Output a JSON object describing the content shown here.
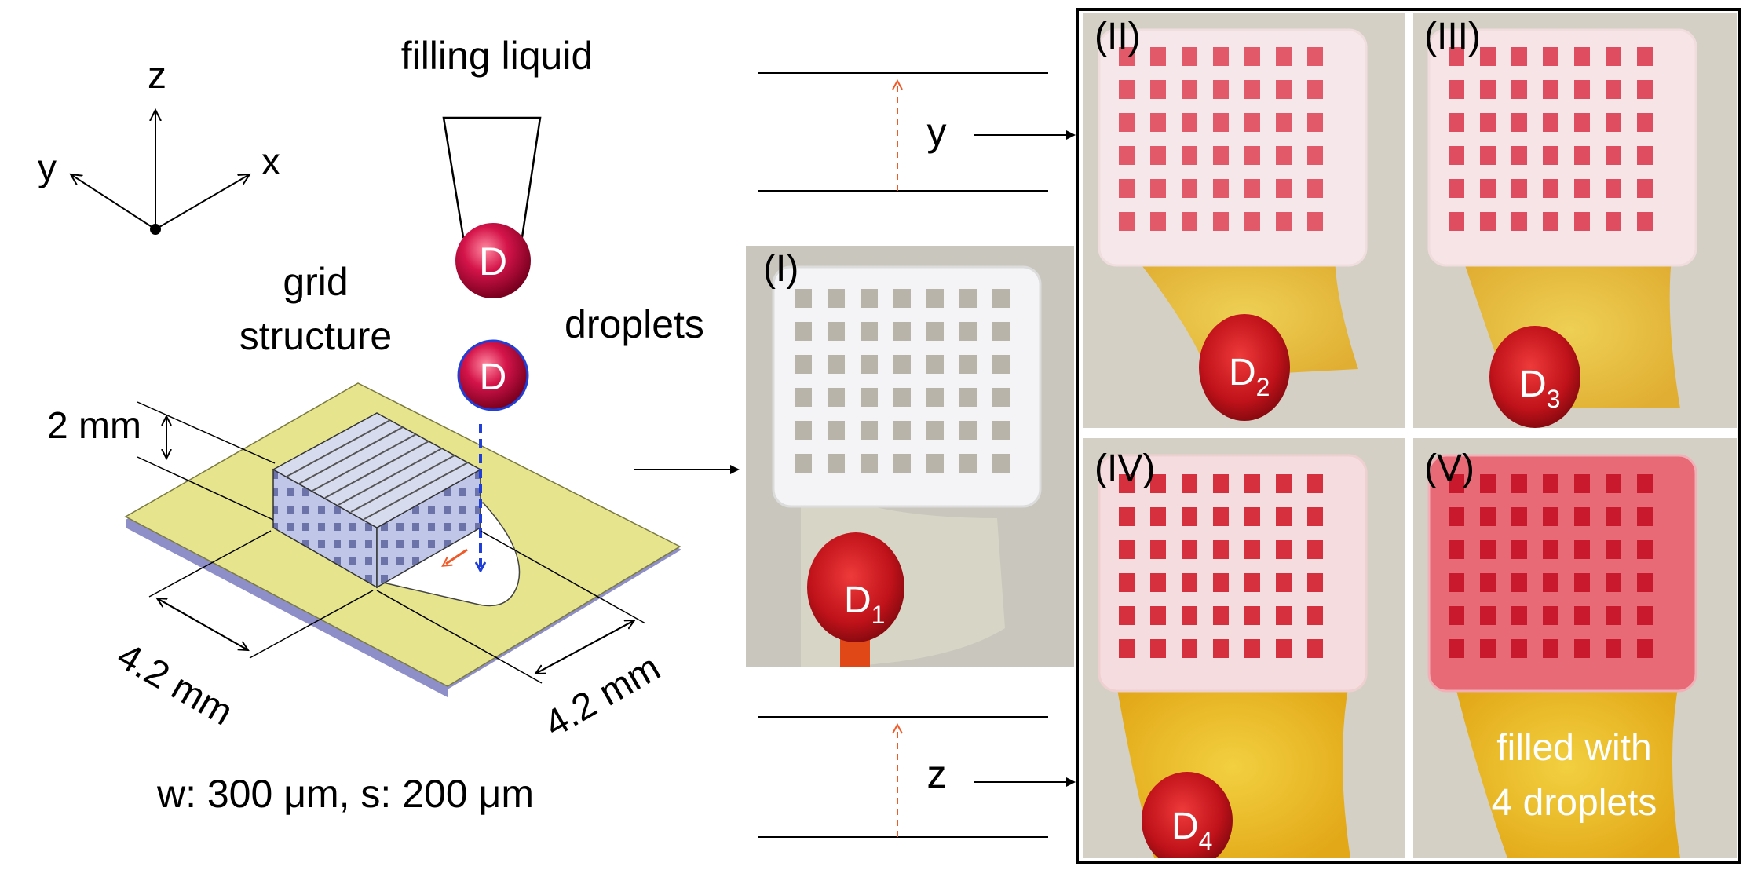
{
  "axes": {
    "x": "x",
    "y": "y",
    "z": "z"
  },
  "labels": {
    "filling_liquid": "filling liquid",
    "droplet_symbol": "D",
    "grid_line1": "grid",
    "grid_line2": "structure",
    "droplets": "droplets",
    "height_dim": "2 mm",
    "width_dim_left": "4.2 mm",
    "width_dim_right": "4.2 mm",
    "params": "w: 300 μm, s: 200 μm",
    "arrow_y": "y",
    "arrow_z": "z"
  },
  "panels": [
    {
      "id": "(I)",
      "droplet": "D",
      "sub": "1"
    },
    {
      "id": "(II)",
      "droplet": "D",
      "sub": "2"
    },
    {
      "id": "(III)",
      "droplet": "D",
      "sub": "3"
    },
    {
      "id": "(IV)",
      "droplet": "D",
      "sub": "4"
    },
    {
      "id": "(V)",
      "caption_line1": "filled with",
      "caption_line2": "4 droplets"
    }
  ],
  "colors": {
    "substrate": "#e6e48c",
    "droplet_red": "#c8102e",
    "tip_blue": "#1f3fd8",
    "flow_orange": "#f05a28",
    "photo_bg": "#d9d4cc",
    "gel_yellow": "#e8c020"
  }
}
